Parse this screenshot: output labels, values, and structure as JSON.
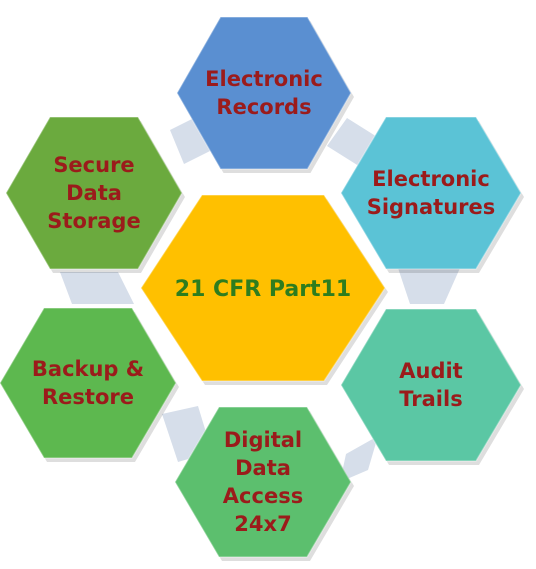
{
  "center": {
    "label": "21 CFR Part11",
    "fill": "#FFC000",
    "text_color": "#2E7D1E"
  },
  "nodes": [
    {
      "id": "electronic-records",
      "lines": [
        "Electronic",
        "Records"
      ],
      "fill": "#5A8FD1"
    },
    {
      "id": "electronic-signatures",
      "lines": [
        "Electronic",
        "Signatures"
      ],
      "fill": "#5BC3D6"
    },
    {
      "id": "audit-trails",
      "lines": [
        "Audit",
        "Trails"
      ],
      "fill": "#5BC7A4"
    },
    {
      "id": "digital-data-access",
      "lines": [
        "Digital",
        "Data",
        "Access",
        "24x7"
      ],
      "fill": "#5CBF6E"
    },
    {
      "id": "backup-restore",
      "lines": [
        "Backup &",
        "Restore"
      ],
      "fill": "#5DB84F"
    },
    {
      "id": "secure-data-storage",
      "lines": [
        "Secure",
        "Data",
        "Storage"
      ],
      "fill": "#6BAA3E"
    }
  ],
  "label_color": "#9B1B1B",
  "connector_color": "#D6DEEA"
}
